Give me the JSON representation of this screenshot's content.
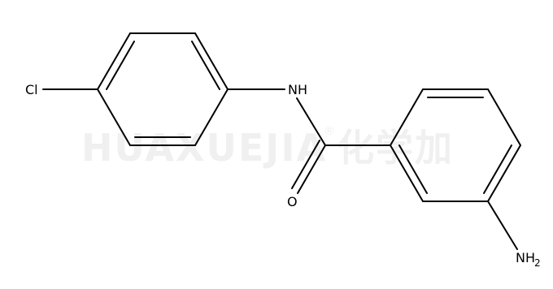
{
  "diagram": {
    "atoms": {
      "chlorine": "Cl",
      "amide_nitrogen": "NH",
      "carbonyl_oxygen": "O",
      "amine_nitrogen": "NH",
      "amine_subscript": "2"
    },
    "watermark": {
      "latin": "HUAXUEJIA",
      "registered": "®",
      "chinese": "化学加"
    }
  }
}
